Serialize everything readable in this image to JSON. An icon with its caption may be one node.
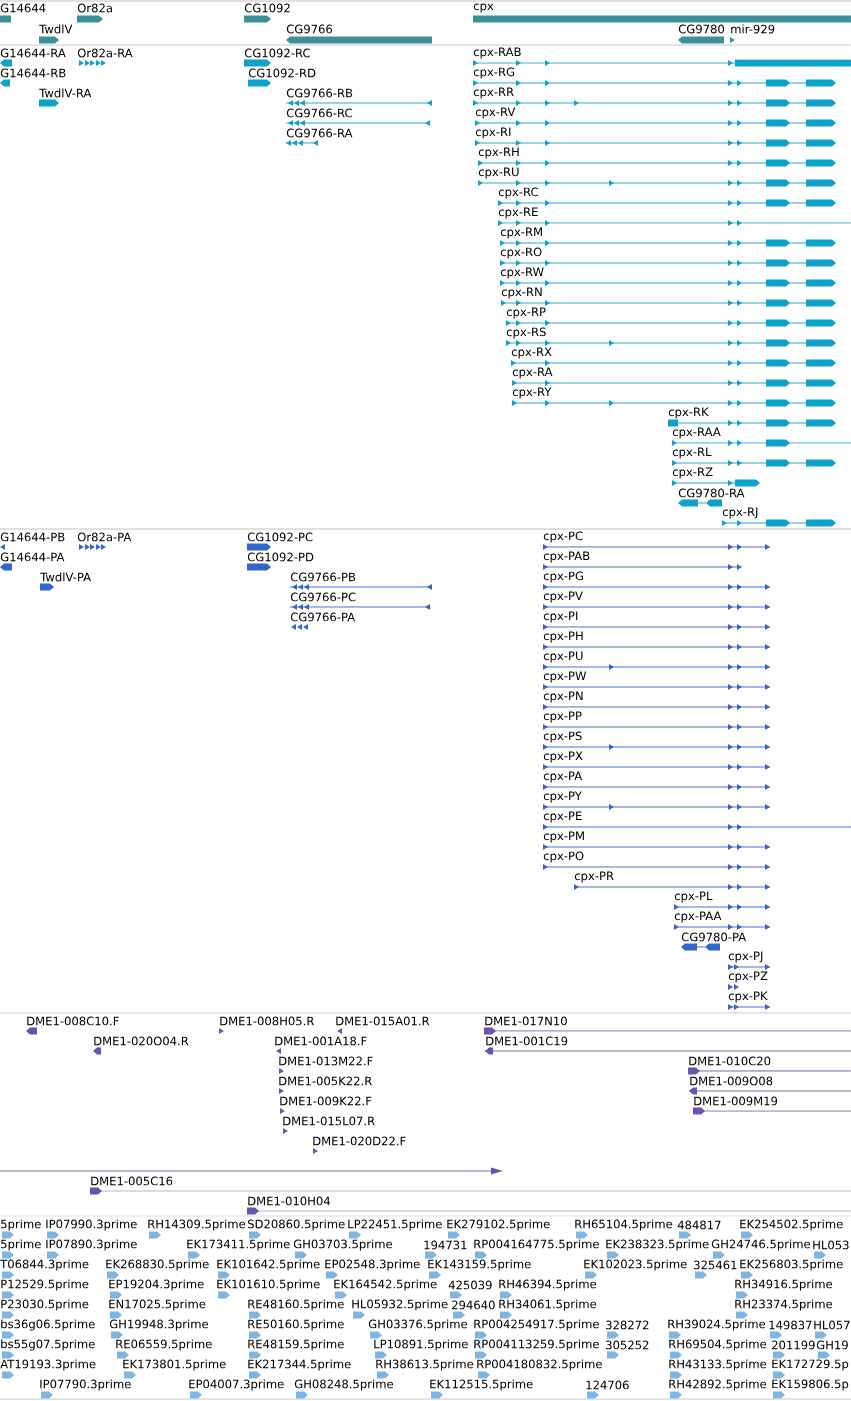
{
  "diagram": {
    "labels": [
      "G14644",
      "Or82a",
      "CG1092",
      "cpx",
      "TwdlV",
      "CG9766",
      "CG9780",
      "mir-929",
      "G14644-RA",
      "Or82a-RA",
      "CG1092-RC",
      "cpx-RAB",
      "G14644-RB",
      "CG1092-RD",
      "cpx-RG",
      "TwdlV-RA",
      "CG9766-RB",
      "cpx-RR",
      "CG9766-RC",
      "cpx-RV",
      "CG9766-RA",
      "cpx-RI",
      "cpx-RH",
      "cpx-RU",
      "cpx-RC",
      "cpx-RE",
      "cpx-RM",
      "cpx-RO",
      "cpx-RW",
      "cpx-RN",
      "cpx-RP",
      "cpx-RS",
      "cpx-RX",
      "cpx-RA",
      "cpx-RY",
      "cpx-RK",
      "cpx-RAA",
      "cpx-RL",
      "cpx-RZ",
      "CG9780-RA",
      "cpx-RJ",
      "G14644-PB",
      "Or82a-PA",
      "CG1092-PC",
      "cpx-PC",
      "G14644-PA",
      "CG1092-PD",
      "cpx-PAB",
      "TwdlV-PA",
      "CG9766-PB",
      "cpx-PG",
      "CG9766-PC",
      "cpx-PV",
      "CG9766-PA",
      "cpx-PI",
      "cpx-PH",
      "cpx-PU",
      "cpx-PW",
      "cpx-PN",
      "cpx-PP",
      "cpx-PS",
      "cpx-PX",
      "cpx-PA",
      "cpx-PY",
      "cpx-PE",
      "cpx-PM",
      "cpx-PO",
      "cpx-PR",
      "cpx-PL",
      "cpx-PAA",
      "CG9780-PA",
      "cpx-PJ",
      "cpx-PZ",
      "cpx-PK",
      "DME1-008C10.F",
      "DME1-008H05.R",
      "DME1-015A01.R",
      "DME1-017N10",
      "DME1-020O04.R",
      "DME1-001A18.F",
      "DME1-001C19",
      "DME1-013M22.F",
      "DME1-010C20",
      "DME1-005K22.R",
      "DME1-009O08",
      "DME1-009K22.F",
      "DME1-009M19",
      "DME1-015L07.R",
      "DME1-020D22.F",
      "DME1-005C16",
      "DME1-010H04",
      "5prime",
      "IP07990.3prime",
      "RH14309.5prime",
      "SD20860.5prime",
      "LP22451.5prime",
      "EK279102.5prime",
      "RH65104.5prime",
      "484817",
      "EK254502.5prime",
      "5prime",
      "IP07890.3prime",
      "EK173411.5prime",
      "GH03703.5prime",
      "194731",
      "RP004164775.5prime",
      "EK238323.5prime",
      "GH24746.5prime",
      "HL053",
      "T06844.3prime",
      "EK268830.5prime",
      "EK101642.5prime",
      "EP02548.3prime",
      "EK143159.5prime",
      "EK102023.5prime",
      "325461",
      "EK256803.5prime",
      "P12529.5prime",
      "EP19204.3prime",
      "EK101610.5prime",
      "EK164542.5prime",
      "425039",
      "RH46394.5prime",
      "RH34916.5prime",
      "P23030.5prime",
      "EN17025.5prime",
      "RE48160.5prime",
      "HL05932.5prime",
      "294640",
      "RH34061.5prime",
      "RH23374.5prime",
      "bs36g06.5prime",
      "GH19948.3prime",
      "RE50160.5prime",
      "GH03376.5prime",
      "RP004254917.5prime",
      "328272",
      "RH39024.5prime",
      "149837",
      "HL057",
      "bs55g07.5prime",
      "RE06559.5prime",
      "RE48159.5prime",
      "LP10891.5prime",
      "RP004113259.5prime",
      "305252",
      "RH69504.5prime",
      "201199",
      "GH19",
      "AT19193.3prime",
      "EK173801.5prime",
      "EK217344.5prime",
      "RH38613.5prime",
      "RP004180832.5prime",
      "RH43133.5prime",
      "EK172729.5p",
      "IP07790.3prime",
      "EP04007.3prime",
      "GH08248.5prime",
      "EK112515.5prime",
      "124706",
      "RH42892.5prime",
      "EK159806.5p"
    ]
  }
}
